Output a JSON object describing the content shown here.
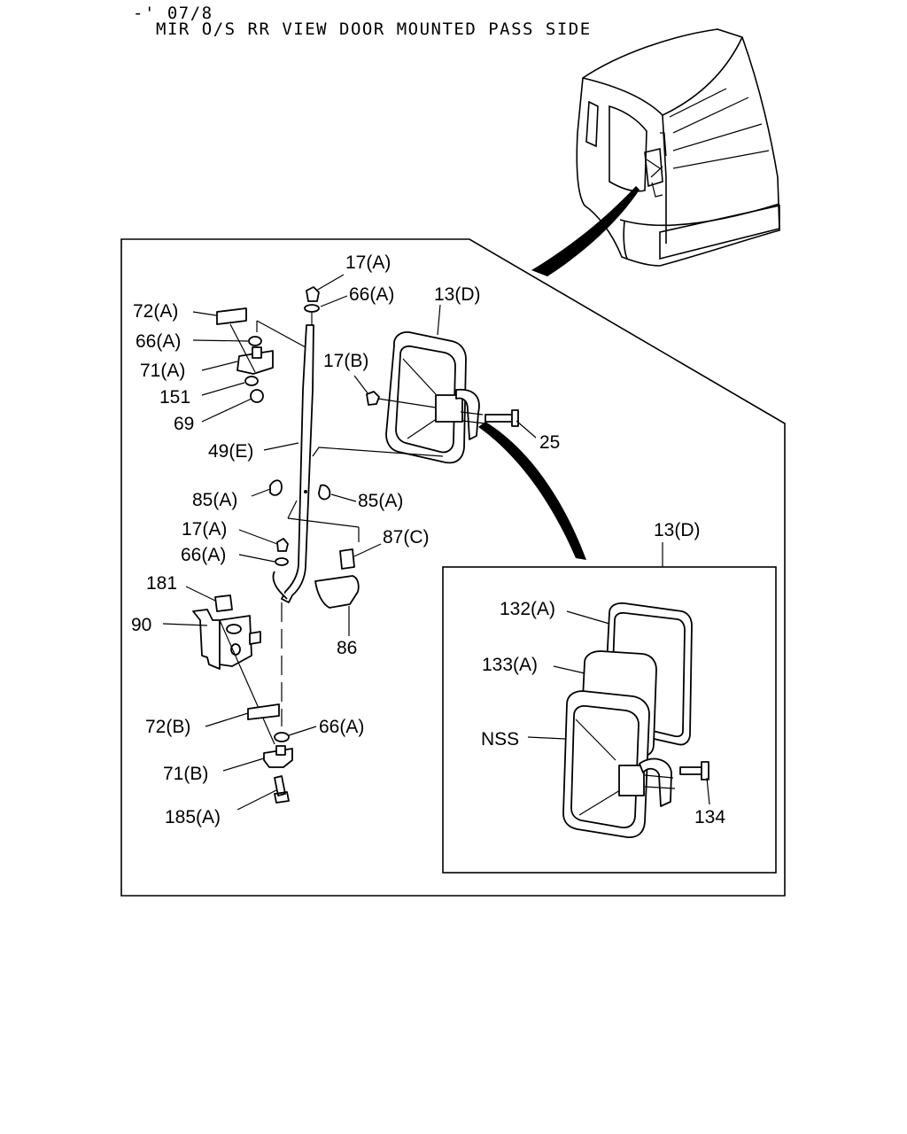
{
  "header": {
    "date_code": "-' 07/8",
    "title": "MIR O/S RR VIEW DOOR MOUNTED PASS SIDE"
  },
  "callouts": {
    "c17a_top": "17(A)",
    "c66a_top": "66(A)",
    "c13d_main": "13(D)",
    "c72a": "72(A)",
    "c66a_left": "66(A)",
    "c71a": "71(A)",
    "c17b": "17(B)",
    "c151": "151",
    "c69": "69",
    "c25": "25",
    "c49e": "49(E)",
    "c85a_left": "85(A)",
    "c85a_right": "85(A)",
    "c17a_mid": "17(A)",
    "c87c": "87(C)",
    "c66a_mid": "66(A)",
    "c181": "181",
    "c90": "90",
    "c86": "86",
    "c13d_detail": "13(D)",
    "c132a": "132(A)",
    "c133a": "133(A)",
    "c72b": "72(B)",
    "c66a_low": "66(A)",
    "cnss": "NSS",
    "c71b": "71(B)",
    "c134": "134",
    "c185a": "185(A)"
  }
}
